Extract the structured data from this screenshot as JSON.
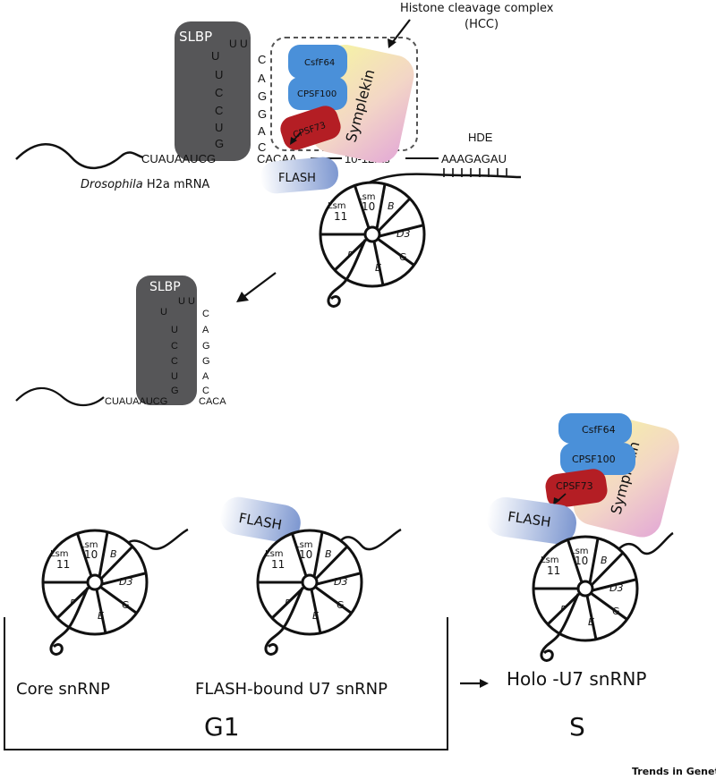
{
  "top": {
    "hcc_title_line1": "Histone cleavage complex",
    "hcc_title_line2": "(HCC)",
    "slbp": "SLBP",
    "hde": "HDE",
    "hde_seq": "AAAGAGAU",
    "spacer": "10-12nts",
    "mrna_left_seq": "CUAUAAUCG",
    "mrna_right_seq": "CACAA",
    "mrna_label_italic": "Drosophila",
    "mrna_label_rest": " H2a mRNA",
    "stem_left": [
      "U",
      "U",
      "C",
      "C",
      "U",
      "G"
    ],
    "stem_right": [
      "C",
      "A",
      "G",
      "G",
      "A",
      "C"
    ],
    "loop": "U U",
    "proteins": {
      "csff64": "CsfF64",
      "cpsf100": "CPSF100",
      "cpsf73": "CPSF73",
      "symplekin": "Symplekin",
      "flash": "FLASH"
    }
  },
  "middle": {
    "slbp": "SLBP",
    "mrna_left_seq": "CUAUAAUCG",
    "mrna_right_seq": "CACA",
    "stem_left": [
      "U",
      "U",
      "C",
      "C",
      "U",
      "G"
    ],
    "stem_right": [
      "C",
      "A",
      "G",
      "G",
      "A",
      "C"
    ],
    "loop": "U U"
  },
  "snrnp_segments": {
    "lsm11_a": "Lsm",
    "lsm11_b": "11",
    "lsm10_a": "Lsm",
    "lsm10_b": "10",
    "b": "B",
    "d3": "D3",
    "g": "G",
    "e": "E",
    "f": "F"
  },
  "bottom": {
    "core_label": "Core snRNP",
    "flash_bound_label": "FLASH-bound U7 snRNP",
    "holo_label": "Holo -U7 snRNP",
    "g1": "G1",
    "s": "S",
    "flash": "FLASH",
    "csff64": "CsfF64",
    "cpsf100": "CPSF100",
    "cpsf73": "CPSF73",
    "symplekin": "Symplekin"
  },
  "footer": {
    "journal": "Trends in Genetics"
  },
  "colors": {
    "slbp": "#565658",
    "blue": "#4a90d9",
    "red": "#b41e24",
    "flash_blue": "#8fa6d6"
  }
}
